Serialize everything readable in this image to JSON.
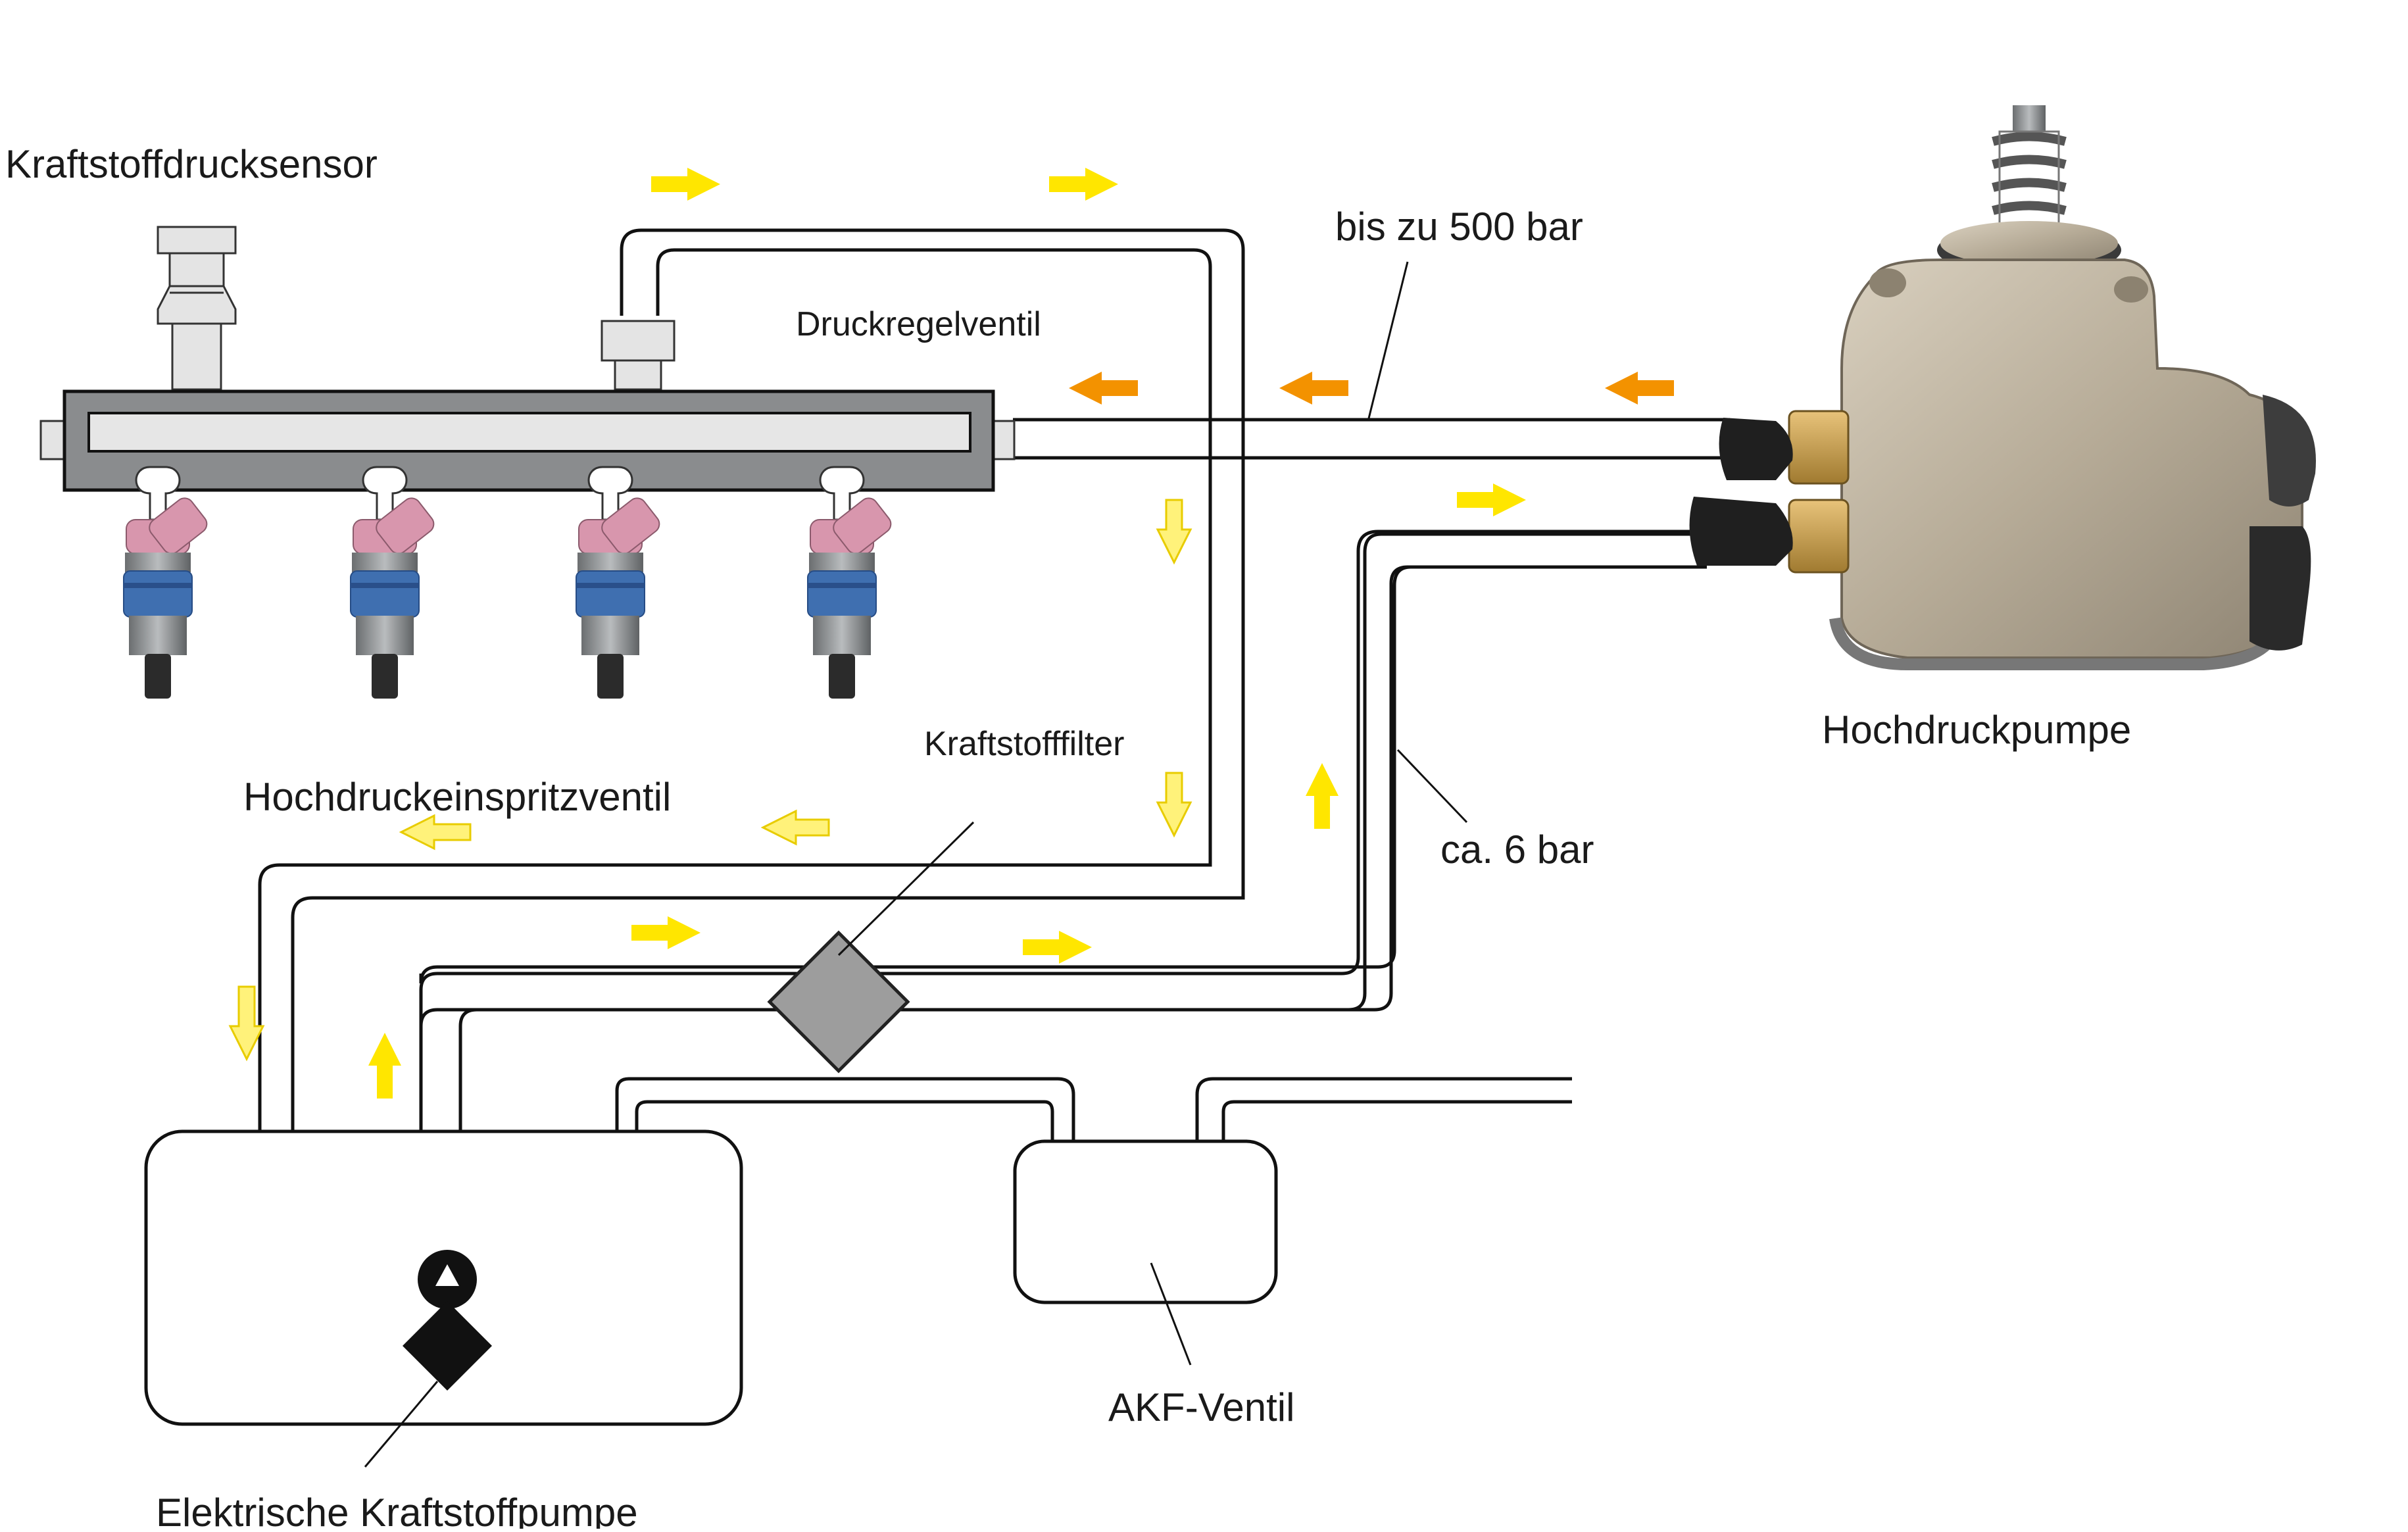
{
  "labels": {
    "pressure_sensor": "Kraftstoffdrucksensor",
    "regulator_valve": "Druckregelventil",
    "high_pressure": "bis zu 500 bar",
    "high_pressure_pump": "Hochdruckpumpe",
    "fuel_filter": "Kraftstofffilter",
    "injector": "Hochdruckeinspritzventil",
    "low_pressure": "ca. 6 bar",
    "akf_valve": "AKF-Ventil",
    "electric_pump": "Elektrische Kraftstoffpumpe"
  },
  "colors": {
    "high_pressure_arrow": "#f39200",
    "low_pressure_arrow": "#ffe600",
    "return_arrow": "#fff27a",
    "rail": "#8a8c8e",
    "filter": "#9d9d9d",
    "injector_cap": "#d896ad",
    "injector_body": "#3f6fb0",
    "pump_body": "#b8ac98"
  }
}
